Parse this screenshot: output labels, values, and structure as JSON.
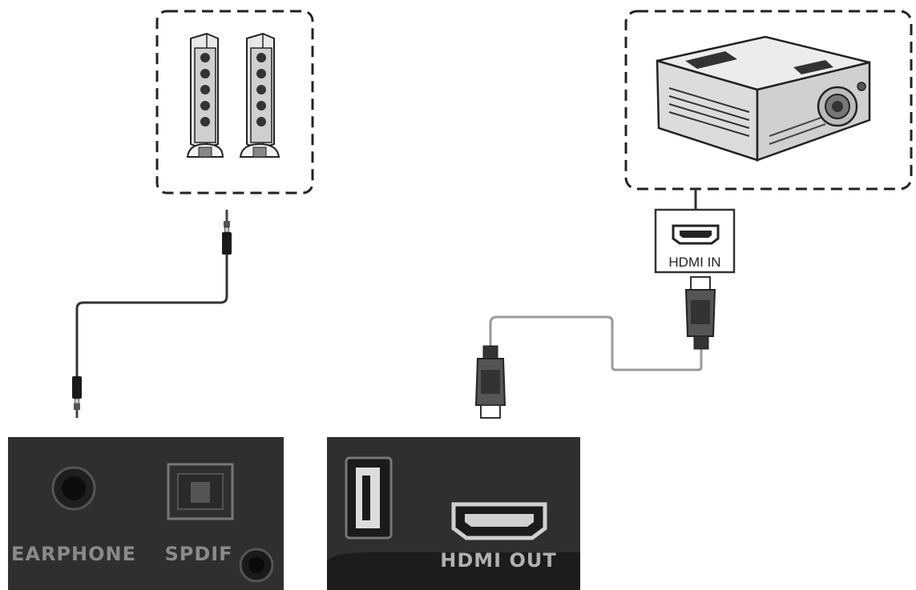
{
  "panels": {
    "audio": {
      "earphone_label": "EARPHONE",
      "spdif_label": "SPDIF"
    },
    "video": {
      "hdmi_out_label": "HDMI OUT"
    }
  },
  "projector": {
    "hdmi_in_label": "HDMI IN"
  },
  "icons": {
    "speakers": "speakers-icon",
    "projector": "projector-icon",
    "audio_plug": "audio-jack-plug-icon",
    "hdmi_plug": "hdmi-plug-icon",
    "usb_port": "usb-port-icon",
    "hdmi_port": "hdmi-port-icon",
    "earphone_jack": "earphone-jack-icon",
    "spdif_port": "spdif-port-icon"
  },
  "colors": {
    "panel": "#2f2f2f",
    "panel_text": "#8a8a8a",
    "cable": "#333333",
    "hdmi_cable": "#9a9a9a"
  }
}
